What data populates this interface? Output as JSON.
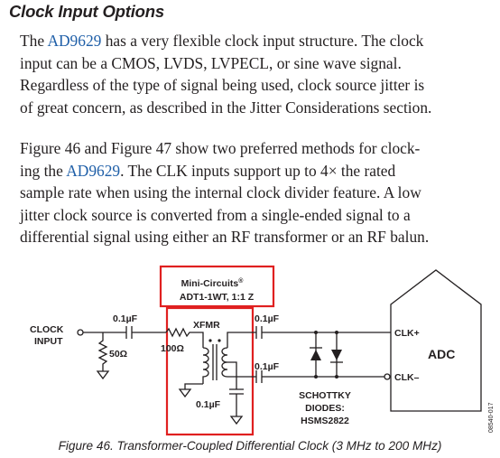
{
  "section": {
    "heading": "Clock Input Options"
  },
  "paragraph1": {
    "lines": [
      [
        "The ",
        "AD9629",
        " has a very flexible clock input structure.  The clock"
      ],
      [
        "input can be a CMOS, LVDS, LVPECL, or sine wave signal."
      ],
      [
        "Regardless of the type of signal being used, clock source jitter is"
      ],
      [
        "of great concern, as described in the Jitter Considerations section."
      ]
    ]
  },
  "paragraph2": {
    "lines": [
      [
        "Figure 46 and Figure 47 show two preferred methods for clock-"
      ],
      [
        "ing the ",
        "AD9629",
        ". The CLK inputs support up to 4× the rated"
      ],
      [
        "sample rate when using the internal clock divider feature. A low"
      ],
      [
        "jitter clock source is converted from a single-ended signal to a"
      ],
      [
        "differential signal using either an RF transformer or an RF balun."
      ]
    ]
  },
  "diagram": {
    "part_label_line1": "Mini-Circuits",
    "part_label_reg": "®",
    "part_label_line2": "ADT1-1WT, 1:1 Z",
    "clock_input_line1": "CLOCK",
    "clock_input_line2": "INPUT",
    "cap_input": "0.1µF",
    "res_termination": "50Ω",
    "res_series": "100Ω",
    "xfmr": "XFMR",
    "cap_out_top": "0.1µF",
    "cap_out_bottom": "0.1µF",
    "cap_center_tap": "0.1µF",
    "diodes_line1": "SCHOTTKY",
    "diodes_line2": "DIODES:",
    "diodes_line3": "HSMS2822",
    "adc": "ADC",
    "clk_plus": "CLK+",
    "clk_minus": "CLK–",
    "figure_id": "08540-017"
  },
  "caption": "Figure 46. Transformer-Coupled Differential Clock (3 MHz to 200 MHz)",
  "colors": {
    "text": "#231f20",
    "link": "#1f5fa8",
    "highlight_box": "#e02020"
  }
}
